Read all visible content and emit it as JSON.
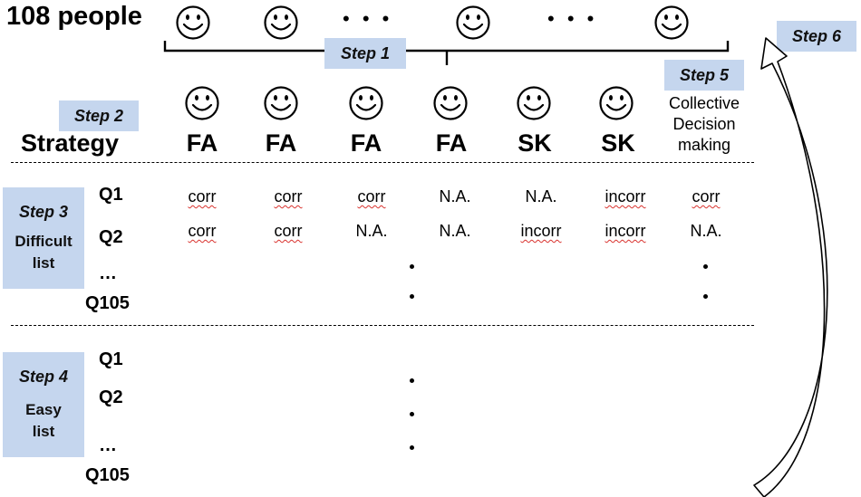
{
  "top": {
    "people_label": "108 people",
    "ellipsis": "• • •"
  },
  "steps": {
    "step1": "Step 1",
    "step2": "Step 2",
    "step3": "Step 3",
    "step3_sub1": "Difficult",
    "step3_sub2": "list",
    "step4": "Step 4",
    "step4_sub1": "Easy",
    "step4_sub2": "list",
    "step5": "Step 5",
    "step6": "Step 6"
  },
  "collective": {
    "line1": "Collective",
    "line2": "Decision",
    "line3": "making"
  },
  "strategy_label": "Strategy",
  "strategies": [
    "FA",
    "FA",
    "FA",
    "FA",
    "SK",
    "SK"
  ],
  "difficult": {
    "q1": "Q1",
    "q2": "Q2",
    "qdots": "…",
    "qlast": "Q105",
    "row1": [
      "corr",
      "corr",
      "corr",
      "N.A.",
      "N.A.",
      "incorr",
      "corr"
    ],
    "row2": [
      "corr",
      "corr",
      "N.A.",
      "N.A.",
      "incorr",
      "incorr",
      "N.A."
    ]
  },
  "easy": {
    "q1": "Q1",
    "q2": "Q2",
    "qdots": "…",
    "qlast": "Q105"
  },
  "colors": {
    "step_box": "#c5d6ee",
    "spell_underline": "#d9322e"
  }
}
